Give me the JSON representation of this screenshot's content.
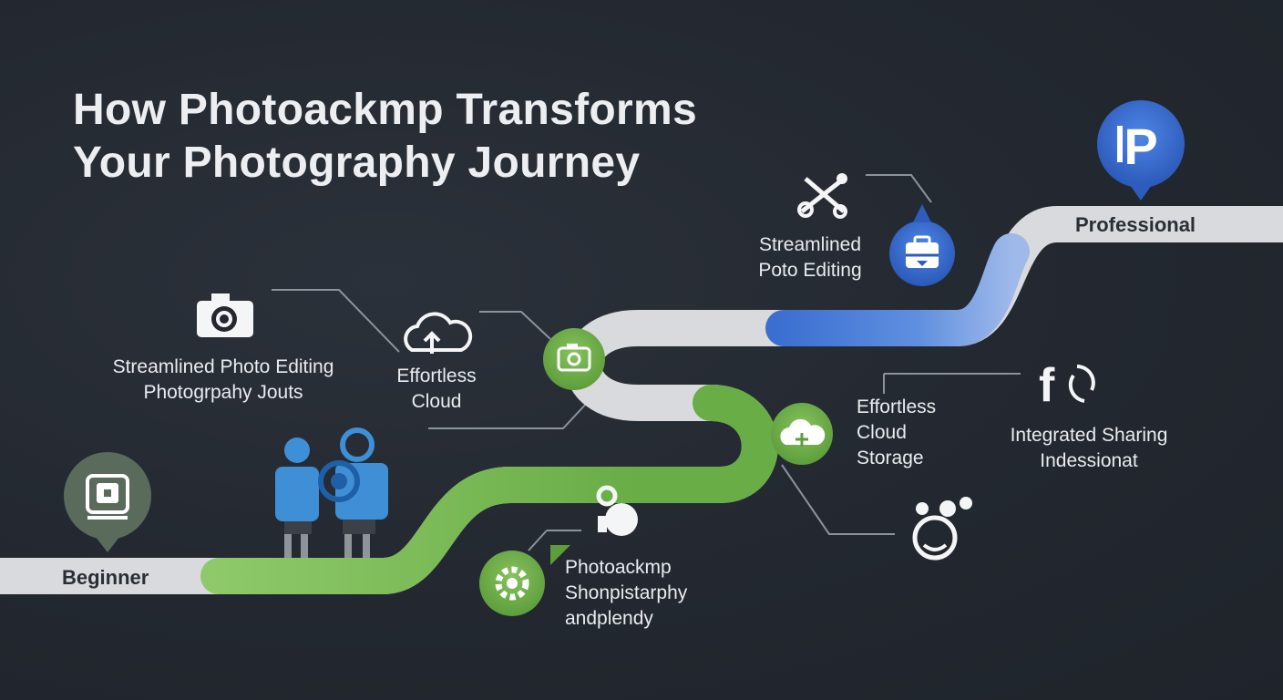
{
  "title": {
    "line1": "How Photoackmp Transforms",
    "line2": "Your Photography Journey"
  },
  "stages": {
    "start": "Beginner",
    "end": "Professional"
  },
  "features": {
    "camera_block": {
      "line1": "Streamlined Photo Editing",
      "line2": "Photogrpahy Jouts"
    },
    "cloud_upload": {
      "line1": "Effortless",
      "line2": "Cloud"
    },
    "editing_top": {
      "line1": "Streamlined",
      "line2": "Poto Editing"
    },
    "cloud_storage": {
      "line1": "Effortless",
      "line2": "Cloud",
      "line3": "Storage"
    },
    "sharing": {
      "line1": "Integrated Sharing",
      "line2": "Indessionat"
    },
    "gear_block": {
      "line1": "Photoackmp",
      "line2": "Shonpistarphy",
      "line3": "andplendy"
    }
  },
  "icons": {
    "start_marker": "device-icon",
    "end_marker": "logo-p-icon",
    "camera_node": "camera-icon",
    "cloud_node": "cloud-plus-icon",
    "gear_node": "gear-icon",
    "toolbox_node": "toolbox-icon",
    "photographers": "people-icon",
    "share": "facebook-share-icon",
    "community": "community-icon"
  },
  "colors": {
    "background": "#232830",
    "green": "#6fb34c",
    "blue": "#3b6fd0",
    "gray_road": "#d8dadd",
    "text": "#e9ecef"
  }
}
